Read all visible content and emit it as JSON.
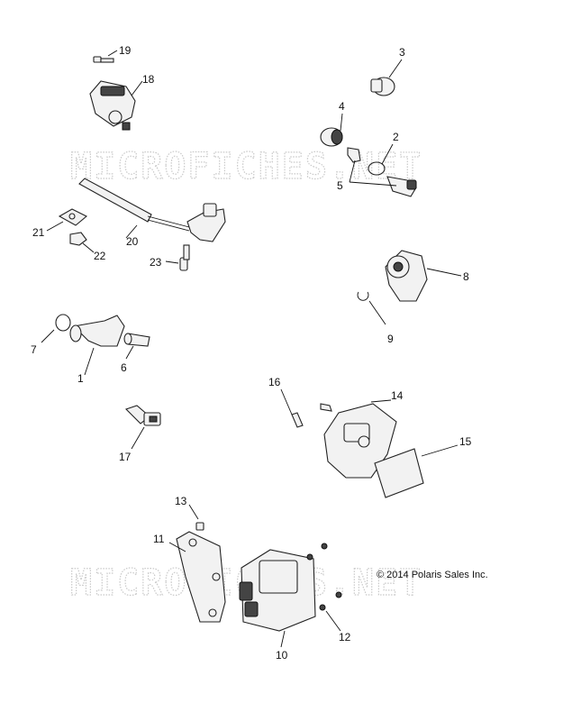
{
  "watermarks": [
    "MICROFICHES.NET",
    "MICROFICHES.NET"
  ],
  "copyright": "© 2014 Polaris Sales Inc.",
  "callouts": [
    "1",
    "2",
    "3",
    "4",
    "5",
    "6",
    "7",
    "8",
    "9",
    "10",
    "11",
    "12",
    "13",
    "14",
    "15",
    "16",
    "17",
    "18",
    "19",
    "20",
    "21",
    "22",
    "23"
  ]
}
